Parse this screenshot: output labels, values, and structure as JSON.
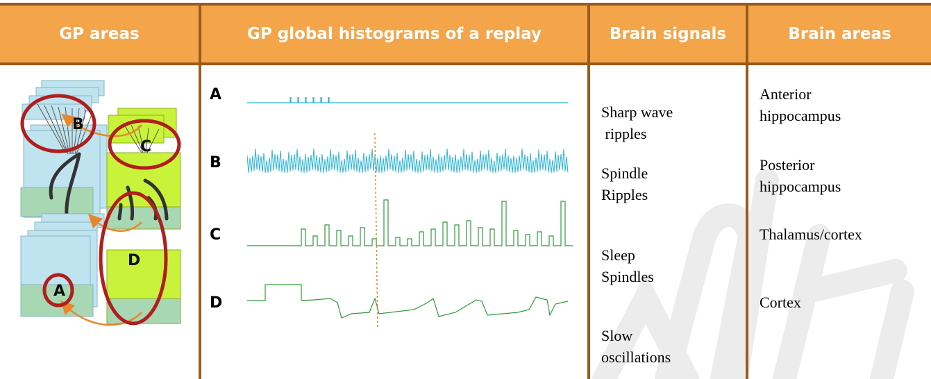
{
  "header": {
    "gp_areas": "GP areas",
    "histograms": "GP global histograms of a replay",
    "signals": "Brain signals",
    "areas": "Brain areas"
  },
  "histogram_rows": [
    {
      "label": "A",
      "color": "#2ab5d6"
    },
    {
      "label": "B",
      "color": "#2ab5d6"
    },
    {
      "label": "C",
      "color": "#2f9a3a"
    },
    {
      "label": "D",
      "color": "#2f9a3a"
    }
  ],
  "diagram_labels": [
    "A",
    "B",
    "C",
    "D"
  ],
  "brain_signals": [
    {
      "line1": "Sharp wave",
      "line2": " ripples"
    },
    {
      "line1": "Spindle",
      "line2": "Ripples"
    },
    {
      "line1": "Sleep",
      "line2": "Spindles"
    },
    {
      "line1": "Slow",
      "line2": "oscillations"
    }
  ],
  "brain_areas": [
    {
      "line1": "Anterior",
      "line2": "hippocampus"
    },
    {
      "line1": "Posterior",
      "line2": "hippocampus"
    },
    {
      "line1": "Thalamus/cortex",
      "line2": ""
    },
    {
      "line1": "Cortex",
      "line2": ""
    }
  ],
  "colors": {
    "header_bg": "#f4a54a",
    "border": "#9a5a1d",
    "circle": "#b01e1e",
    "arrow": "#e8862b",
    "blue_box": "#bfe3ef",
    "green_box": "#c9f23a",
    "marker": "#e8862b"
  }
}
